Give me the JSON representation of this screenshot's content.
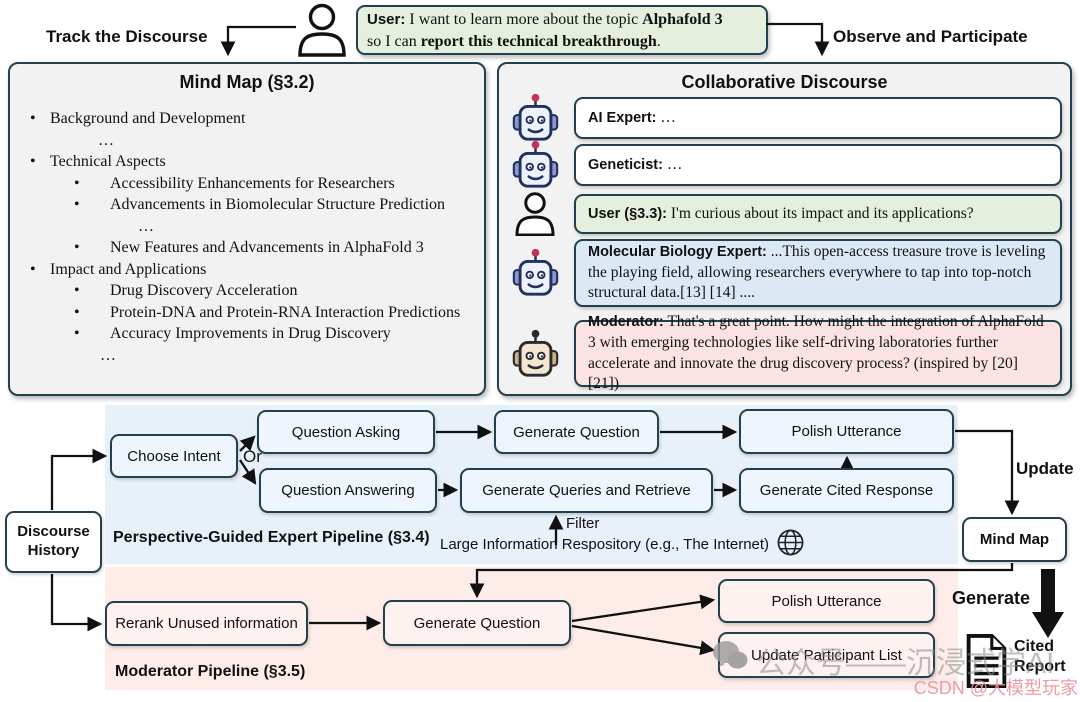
{
  "colors": {
    "ink": "#22404d",
    "line": "#111111",
    "panel-bg": "#f2f2f2",
    "green": "#e5efdd",
    "bluebub": "#dce9f5",
    "pinkbub": "#fbe3e4",
    "region-blue": "#e8f1fa",
    "region-pink": "#fdece8",
    "box-blue": "#eef5fc",
    "box-pink": "#fdf2ef"
  },
  "header": {
    "track_label": "Track the Discourse",
    "observe_label": "Observe and Participate",
    "user_bubble": {
      "speaker": "User:",
      "t1": "I want to learn more about the topic",
      "b1": "Alphafold 3",
      "t2": "so I can",
      "b2": "report this technical breakthrough",
      "t3": "."
    }
  },
  "mind_map_panel": {
    "title": "Mind Map (§3.2)",
    "items": [
      {
        "text": "Background and Development"
      },
      {
        "text": "…"
      },
      {
        "text": "Technical Aspects"
      },
      {
        "text": "Accessibility Enhancements for Researchers"
      },
      {
        "text": "Advancements in Biomolecular Structure Prediction"
      },
      {
        "text": "…"
      },
      {
        "text": "New Features and Advancements in AlphaFold 3"
      },
      {
        "text": "Impact and Applications"
      },
      {
        "text": "Drug Discovery Acceleration"
      },
      {
        "text": "Protein-DNA and Protein-RNA Interaction Predictions"
      },
      {
        "text": "Accuracy Improvements in Drug Discovery"
      },
      {
        "text": "…"
      }
    ]
  },
  "discourse_panel": {
    "title": "Collaborative Discourse",
    "messages": [
      {
        "avatar": "robot-blue",
        "speaker": "AI Expert:",
        "text": " …"
      },
      {
        "avatar": "robot-blue",
        "speaker": "Geneticist:",
        "text": " …"
      },
      {
        "avatar": "person",
        "speaker": "User (§3.3):",
        "text": " I'm curious about its impact and its applications?"
      },
      {
        "avatar": "robot-blue",
        "speaker": "Molecular Biology Expert:",
        "text": " ...This open-access treasure trove is leveling the playing field, allowing researchers everywhere to tap into top-notch structural data.[13] [14] ...."
      },
      {
        "avatar": "robot-tan",
        "speaker": "Moderator:",
        "text": " That's a great point. How might the integration of AlphaFold 3 with emerging technologies like self-driving laboratories further accelerate and innovate the drug discovery process? (inspired by [20][21])"
      }
    ]
  },
  "pipeline": {
    "expert_label": "Perspective-Guided Expert Pipeline (§3.4)",
    "moderator_label": "Moderator Pipeline (§3.5)",
    "or_label": "Or",
    "filter_label": "Filter",
    "repository_label": "Large Information Respository (e.g., The Internet)",
    "update_label": "Update",
    "generate_label": "Generate",
    "cited_report_label": "Cited Report",
    "boxes": {
      "discourse_history": "Discourse History",
      "choose_intent": "Choose Intent",
      "question_asking": "Question Asking",
      "generate_question": "Generate Question",
      "polish_utterance": "Polish Utterance",
      "question_answering": "Question Answering",
      "generate_queries": "Generate Queries and Retrieve",
      "generate_cited_response": "Generate Cited Response",
      "mind_map": "Mind Map",
      "rerank": "Rerank Unused information",
      "generate_question_mod": "Generate Question",
      "polish_utterance_mod": "Polish Utterance",
      "update_participant_list": "Update Participant List"
    }
  },
  "watermarks": {
    "line1": "公众号——沉浸式学AI",
    "line2": "CSDN @大模型玩家"
  }
}
